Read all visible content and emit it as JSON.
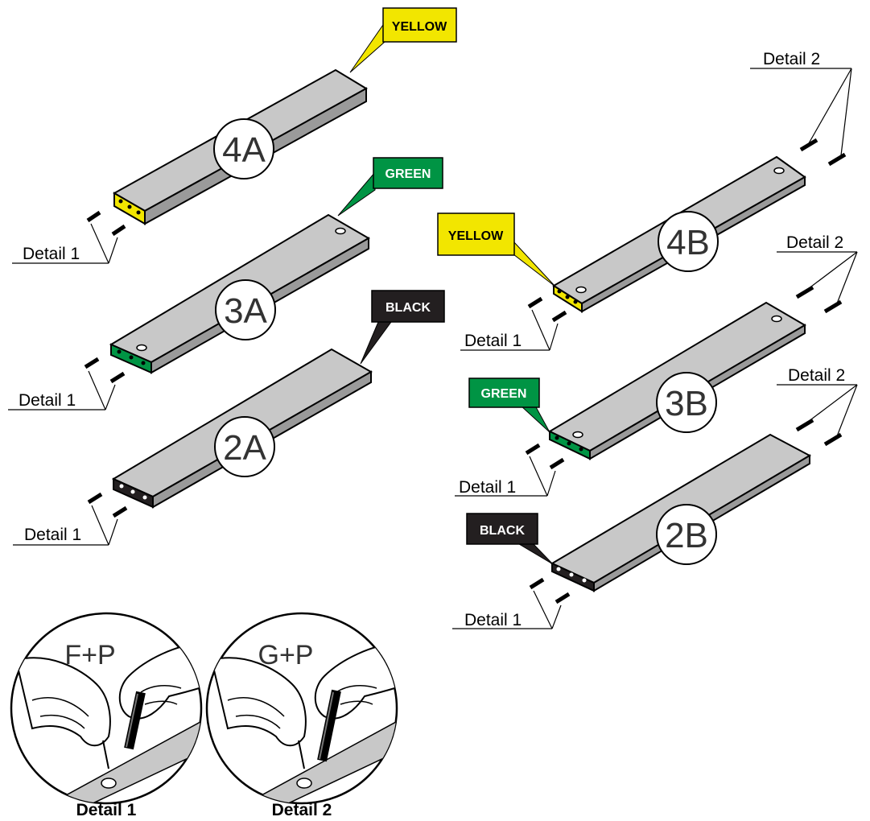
{
  "colors": {
    "yellow": "#f2e600",
    "green": "#009444",
    "black": "#231f20",
    "panel_gray": "#c8c8c8",
    "edge_gray": "#9a9a9a",
    "line": "#000000"
  },
  "left_column": {
    "boards": [
      {
        "label": "4A",
        "tag": "YELLOW",
        "detail_label": "Detail 1"
      },
      {
        "label": "3A",
        "tag": "GREEN",
        "detail_label": "Detail 1"
      },
      {
        "label": "2A",
        "tag": "BLACK",
        "detail_label": "Detail 1"
      }
    ]
  },
  "right_column": {
    "boards": [
      {
        "label": "4B",
        "tag": "YELLOW",
        "detail1_label": "Detail 1",
        "detail2_label": "Detail 2"
      },
      {
        "label": "3B",
        "tag": "GREEN",
        "detail1_label": "Detail 1",
        "detail2_label": "Detail 2"
      },
      {
        "label": "2B",
        "tag": "BLACK",
        "detail1_label": "Detail 1",
        "detail2_label": "Detail 2"
      }
    ]
  },
  "insets": [
    {
      "formula": "F+P",
      "caption": "Detail 1"
    },
    {
      "formula": "G+P",
      "caption": "Detail 2"
    }
  ]
}
